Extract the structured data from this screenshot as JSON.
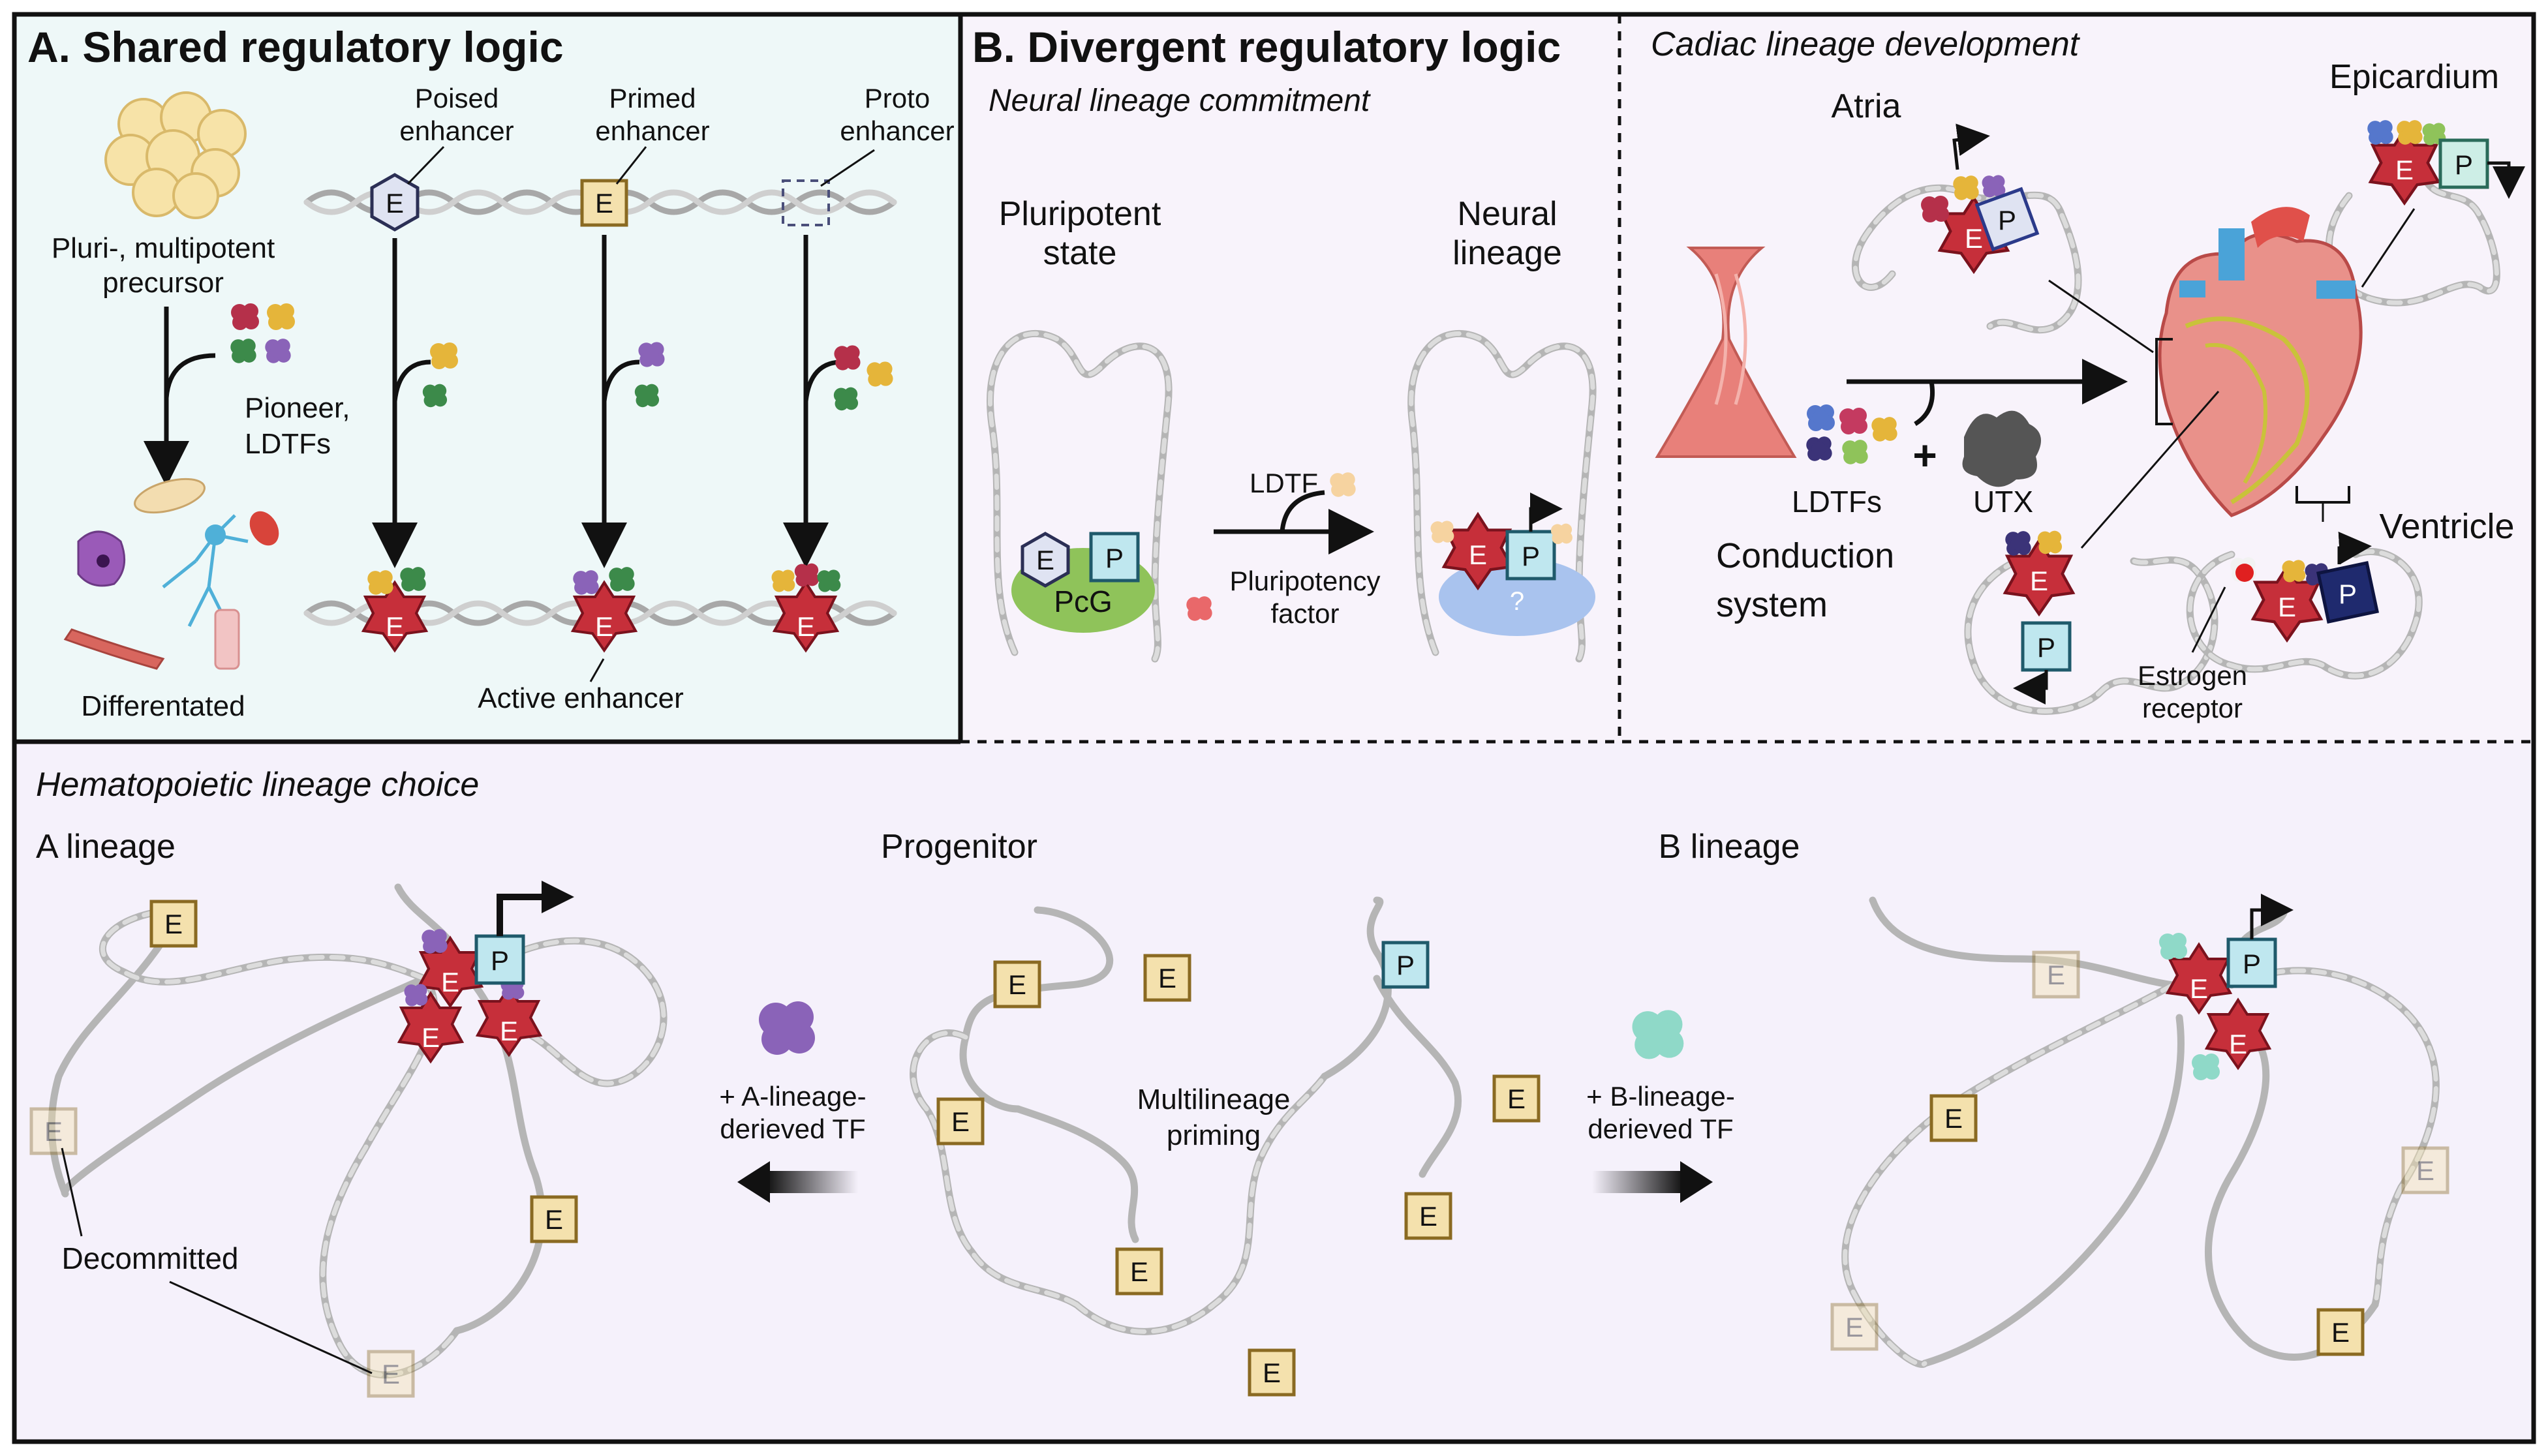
{
  "panel_a": {
    "title": "A. Shared regulatory logic",
    "precursor_label_1": "Pluri-, multipotent",
    "precursor_label_2": "precursor",
    "pioneer_label_1": "Pioneer,",
    "pioneer_label_2": "LDTFs",
    "differentiated_label": "Differentated",
    "poised_1": "Poised",
    "poised_2": "enhancer",
    "primed_1": "Primed",
    "primed_2": "enhancer",
    "proto_1": "Proto",
    "proto_2": "enhancer",
    "active_enhancer": "Active enhancer",
    "enhancer_letter": "E"
  },
  "panel_b": {
    "title": "B. Divergent regulatory logic",
    "subtitle": "Neural lineage commitment",
    "pluripotent_1": "Pluripotent",
    "pluripotent_2": "state",
    "neural_1": "Neural",
    "neural_2": "lineage",
    "ldtf": "LDTF",
    "pluripotency_1": "Pluripotency",
    "pluripotency_2": "factor",
    "pcg": "PcG",
    "question": "?",
    "enhancer_letter": "E",
    "promoter_letter": "P"
  },
  "panel_c": {
    "subtitle": "Cadiac lineage development",
    "atria": "Atria",
    "epicardium": "Epicardium",
    "ldtfs": "LDTFs",
    "plus": "+",
    "utx": "UTX",
    "conduction_1": "Conduction",
    "conduction_2": "system",
    "ventricle": "Ventricle",
    "estrogen_1": "Estrogen",
    "estrogen_2": "receptor",
    "enhancer_letter": "E",
    "promoter_letter": "P"
  },
  "panel_d": {
    "subtitle": "Hematopoietic lineage choice",
    "a_lineage": "A lineage",
    "progenitor": "Progenitor",
    "b_lineage": "B lineage",
    "a_tf_1": "+ A-lineage-",
    "a_tf_2": "derieved TF",
    "b_tf_1": "+ B-lineage-",
    "b_tf_2": "derieved TF",
    "multilineage_1": "Multilineage",
    "multilineage_2": "priming",
    "decommitted": "Decommitted",
    "enhancer_letter": "E",
    "promoter_letter": "P"
  },
  "colors": {
    "background_a": "#eef8f8",
    "background_b": "#f8f3fb",
    "background_d": "#f5f1fb",
    "enhancer_active": "#c62f3a",
    "enhancer_box": "#f4e1ad",
    "promoter_box": "#bfe7ef",
    "promoter_dark": "#1f2a6e",
    "pcg": "#8fc35a",
    "tf_purple": "#8a63b8",
    "tf_teal": "#7fcfbf",
    "tf_red": "#b5304a",
    "tf_gold": "#e5b53a",
    "tf_green": "#3c8a4a"
  }
}
